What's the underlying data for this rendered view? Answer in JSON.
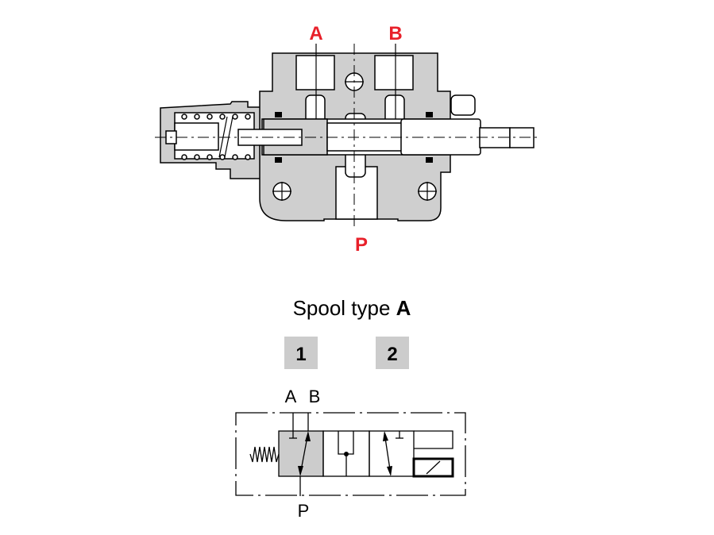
{
  "cross_section": {
    "ports": {
      "a": "A",
      "b": "B",
      "p": "P"
    },
    "port_color": "#e8202a",
    "body_color": "#cfcfcf"
  },
  "title": {
    "prefix": "Spool type ",
    "type": "A"
  },
  "positions": [
    {
      "label": "1"
    },
    {
      "label": "2"
    }
  ],
  "schematic": {
    "ports": {
      "a": "A",
      "b": "B",
      "p": "P"
    },
    "spring_icon": "spring",
    "actuator_icon": "solenoid"
  }
}
